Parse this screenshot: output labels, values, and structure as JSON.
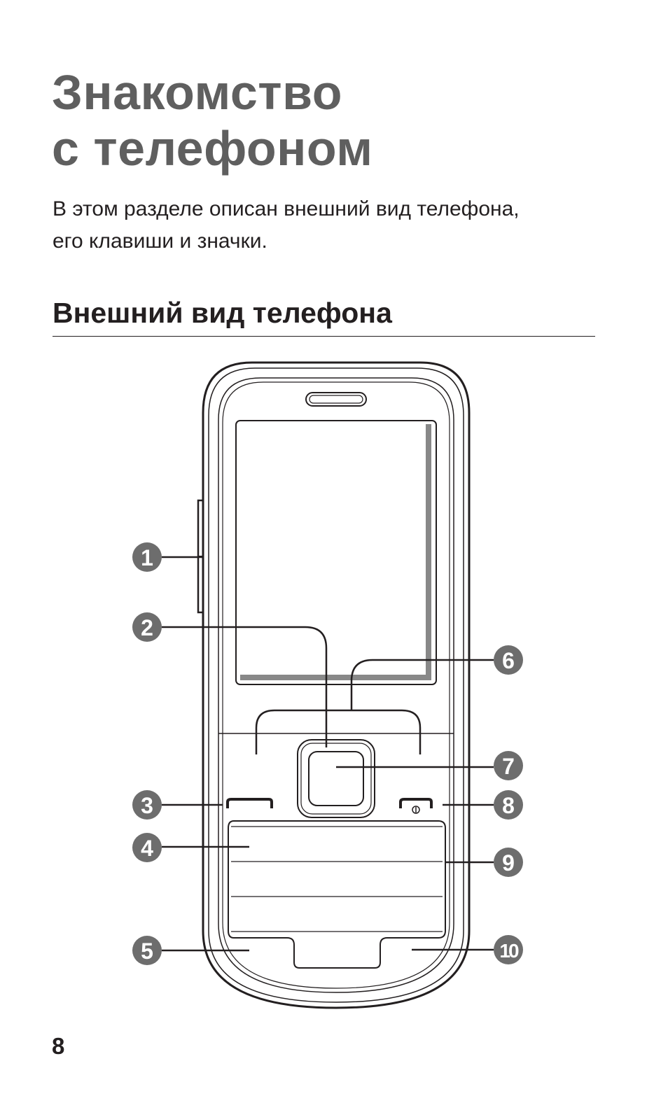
{
  "chapter": {
    "title_line1": "Знакомство",
    "title_line2": "с телефоном",
    "intro_line1": "В этом разделе описан внешний вид телефона,",
    "intro_line2": "его клавиши и значки."
  },
  "section": {
    "heading": "Внешний вид телефона"
  },
  "diagram": {
    "callouts": [
      "1",
      "2",
      "3",
      "4",
      "5",
      "6",
      "7",
      "8",
      "9",
      "10"
    ],
    "callout_color": "#6d6d6d"
  },
  "footer": {
    "page_number": "8"
  }
}
